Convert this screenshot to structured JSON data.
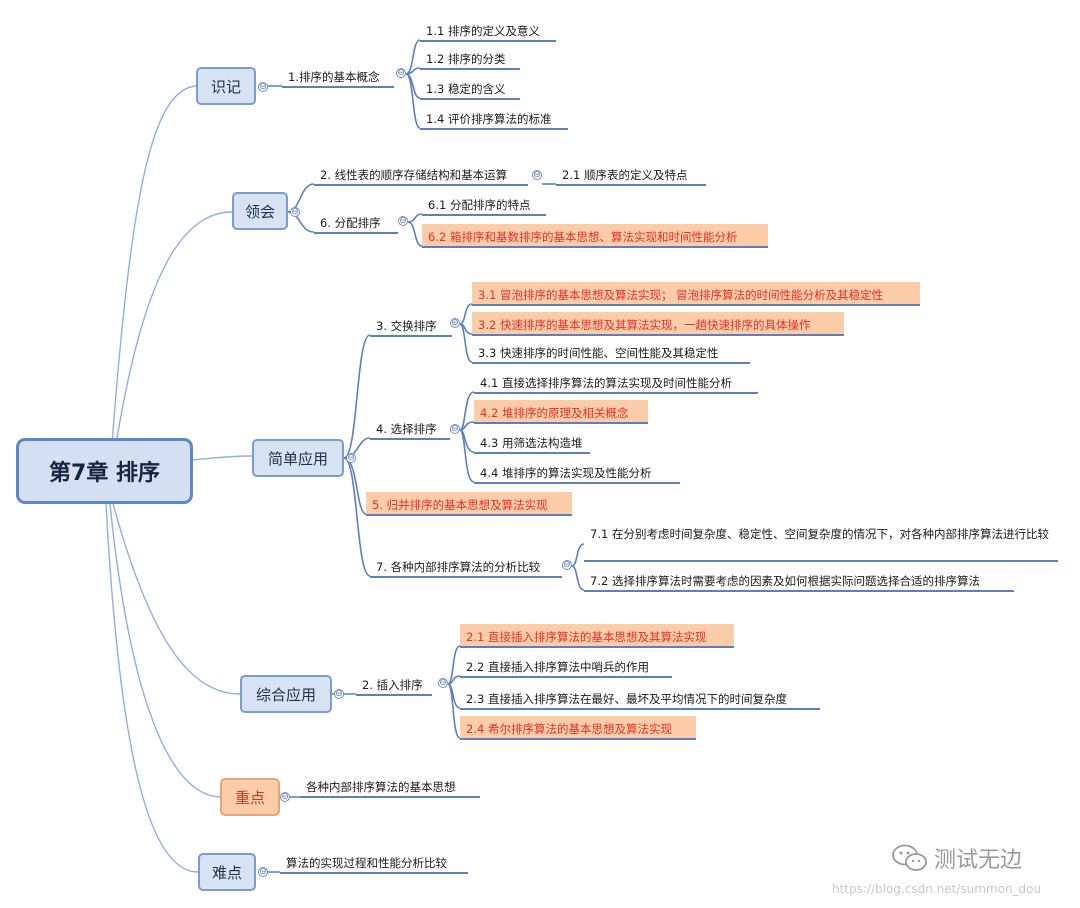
{
  "root": "第7章 排序",
  "categories": {
    "shiji": "识记",
    "linghui": "领会",
    "jiandan": "简单应用",
    "zonghe": "综合应用",
    "zhongdian": "重点",
    "nandian": "难点"
  },
  "items": {
    "basic": "1.排序的基本概念",
    "basic_1": "1.1 排序的定义及意义",
    "basic_2": "1.2 排序的分类",
    "basic_3": "1.3 稳定的含义",
    "basic_4": "1.4 评价排序算法的标准",
    "linear": "2. 线性表的顺序存储结构和基本运算",
    "linear_1": "2.1 顺序表的定义及特点",
    "dist": "6. 分配排序",
    "dist_1": "6.1 分配排序的特点",
    "dist_2": "6.2 箱排序和基数排序的基本思想、算法实现和时间性能分析",
    "swap": "3. 交换排序",
    "swap_1": "3.1 冒泡排序的基本思想及算法实现； 冒泡排序算法的时间性能分析及其稳定性",
    "swap_2": "3.2 快速排序的基本思想及其算法实现，一趟快速排序的具体操作",
    "swap_3": "3.3 快速排序的时间性能、空间性能及其稳定性",
    "select": "4. 选择排序",
    "select_1": "4.1 直接选择排序算法的算法实现及时间性能分析",
    "select_2": "4.2 堆排序的原理及相关概念",
    "select_3": "4.3 用筛选法构造堆",
    "select_4": "4.4 堆排序的算法实现及性能分析",
    "merge": "5. 归并排序的基本思想及算法实现",
    "compare": "7. 各种内部排序算法的分析比较",
    "compare_1": "7.1 在分别考虑时间复杂度、稳定性、空间复杂度的情况下，对各种内部排序算法进行比较",
    "compare_2": "7.2 选择排序算法时需要考虑的因素及如何根据实际问题选择合适的排序算法",
    "insert": "2. 插入排序",
    "insert_1": "2.1 直接插入排序算法的基本思想及其算法实现",
    "insert_2": "2.2 直接插入排序算法中哨兵的作用",
    "insert_3": "2.3 直接插入排序算法在最好、最坏及平均情况下的时间复杂度",
    "insert_4": "2.4 希尔排序算法的基本思想及算法实现",
    "key": "各种内部排序算法的基本思想",
    "hard": "算法的实现过程和性能分析比较"
  },
  "collapse_glyph": "⊖",
  "watermark": {
    "brand": "测试无边",
    "url": "https://blog.csdn.net/summon_dou"
  },
  "colors": {
    "line": "#5b7fc0",
    "node_fill": "#d7e3f2",
    "highlight_fill": "#fccda8",
    "highlight_text": "#e0302a"
  }
}
